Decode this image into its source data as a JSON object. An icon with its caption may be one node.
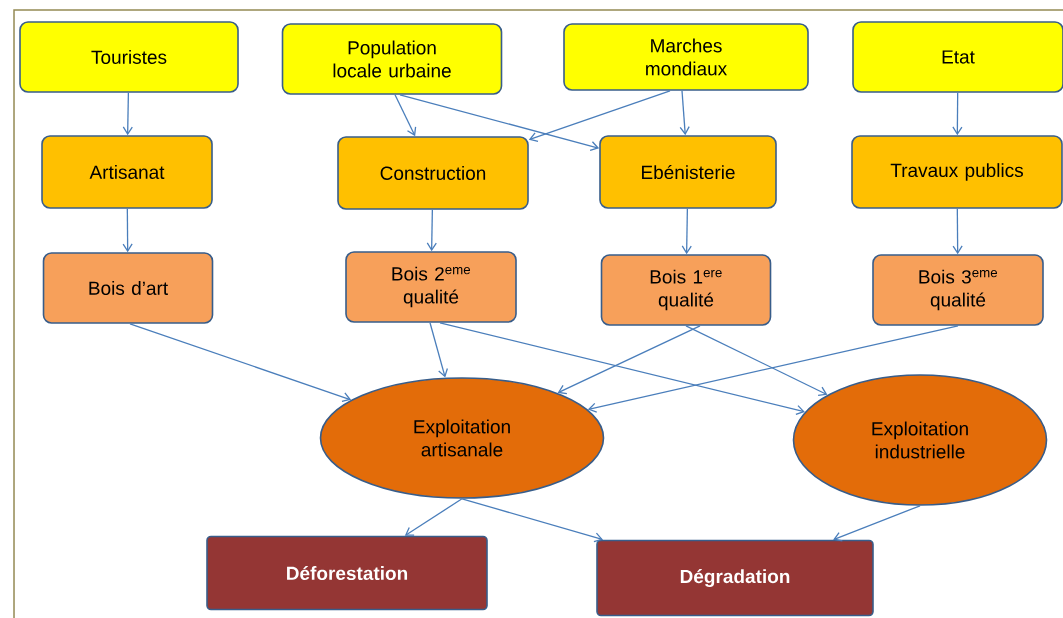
{
  "diagram": {
    "nodes": [
      {
        "text": [
          "Touristes"
        ]
      },
      {
        "text": [
          "Population locale urbaine"
        ]
      },
      {
        "text": [
          "Marches mondiaux"
        ]
      },
      {
        "text": [
          "Etat"
        ]
      },
      {
        "text": [
          "Artisanat"
        ]
      },
      {
        "text": [
          "Construction"
        ]
      },
      {
        "text": [
          "Ebénisterie"
        ]
      },
      {
        "text": [
          "Travaux publics"
        ]
      },
      {
        "text": [
          "Bois d’art"
        ]
      },
      {
        "text": [
          "Bois 2$^{eme}$ qualité"
        ]
      },
      {
        "text": [
          "Bois 1$^{ere}$ qualité"
        ]
      },
      {
        "text": [
          "Bois 3$^{eme}$ qualité"
        ]
      },
      {
        "text": [
          "Exploitation artisanale"
        ]
      },
      {
        "text": [
          "Exploitation industrielle"
        ]
      },
      {
        "text": [
          "Déforestation"
        ]
      },
      {
        "text": [
          "Dégradation"
        ]
      }
    ],
    "edges": [
      {
        "from": 0,
        "to": 4,
        "arrow": "to"
      },
      {
        "from": 1,
        "to": 5,
        "arrow": "to"
      },
      {
        "from": 1,
        "to": 6,
        "arrow": "to"
      },
      {
        "from": 2,
        "to": 5,
        "arrow": "to"
      },
      {
        "from": 2,
        "to": 6,
        "arrow": "to"
      },
      {
        "from": 3,
        "to": 7,
        "arrow": "to"
      },
      {
        "from": 4,
        "to": 8,
        "arrow": "to"
      },
      {
        "from": 5,
        "to": 9,
        "arrow": "to"
      },
      {
        "from": 6,
        "to": 10,
        "arrow": "to"
      },
      {
        "from": 7,
        "to": 11,
        "arrow": "to"
      },
      {
        "from": 8,
        "to": 12,
        "arrow": "to"
      },
      {
        "from": 9,
        "to": 12,
        "arrow": "to"
      },
      {
        "from": 9,
        "to": 13,
        "arrow": "to"
      },
      {
        "from": 10,
        "to": 12,
        "arrow": "to"
      },
      {
        "from": 10,
        "to": 13,
        "arrow": "to"
      },
      {
        "from": 11,
        "to": 12,
        "arrow": "to"
      },
      {
        "from": 12,
        "to": 14,
        "arrow": "to"
      },
      {
        "from": 12,
        "to": 15,
        "arrow": "to"
      },
      {
        "from": 13,
        "to": 15,
        "arrow": "to"
      }
    ]
  }
}
